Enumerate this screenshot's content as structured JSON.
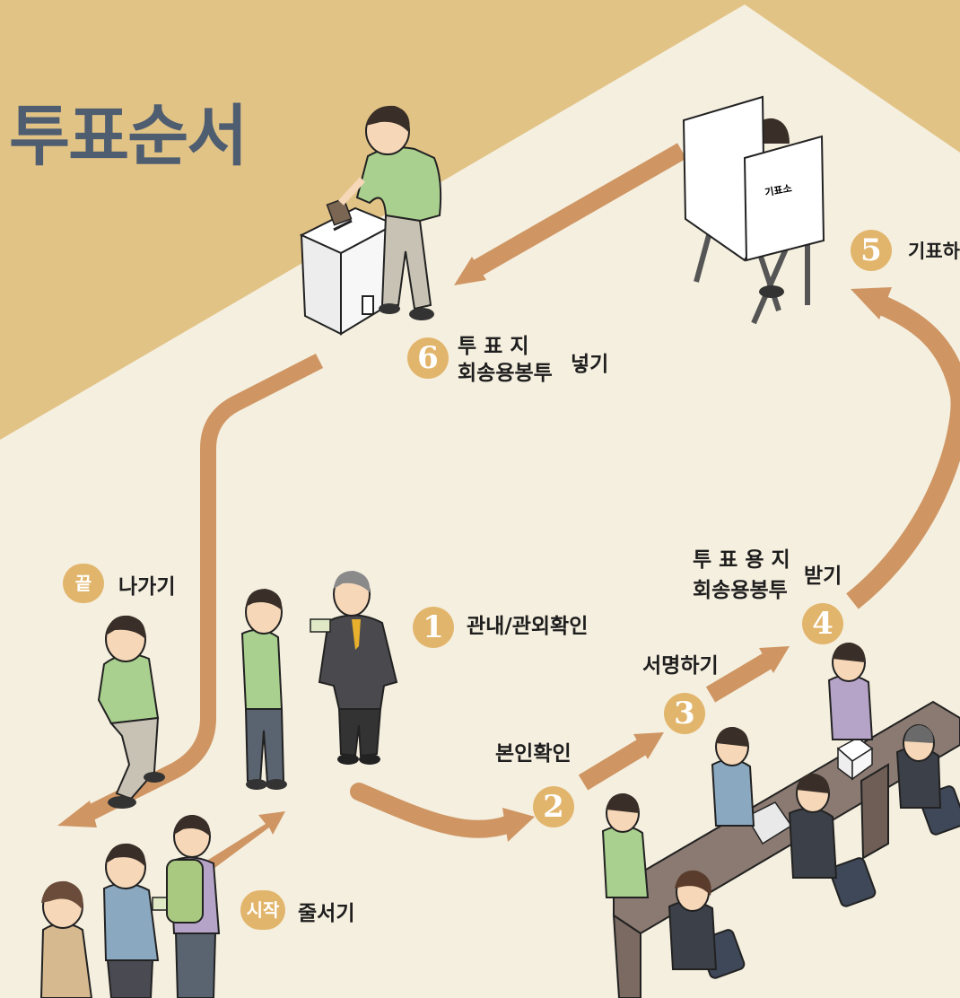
{
  "title": "투표순서",
  "booth_sign": "기표소",
  "steps": [
    {
      "badge": "시작",
      "label": "줄서기"
    },
    {
      "badge": "1",
      "label": "관내/관외확인"
    },
    {
      "badge": "2",
      "label": "본인확인"
    },
    {
      "badge": "3",
      "label": "서명하기"
    },
    {
      "badge": "4",
      "label_top": "투 표 용 지",
      "label_bottom": "회송용봉투",
      "label_side": "받기"
    },
    {
      "badge": "5",
      "label": "기표하"
    },
    {
      "badge": "6",
      "label_top": "투   표   지",
      "label_bottom": "회송용봉투",
      "label_side": "넣기"
    },
    {
      "badge": "끝",
      "label": "나가기"
    }
  ],
  "colors": {
    "top_band": "#e2c386",
    "floor": "#f5efdf",
    "arrow": "#cf9664",
    "badge": "#e2b56c",
    "title": "#4e5d70"
  }
}
